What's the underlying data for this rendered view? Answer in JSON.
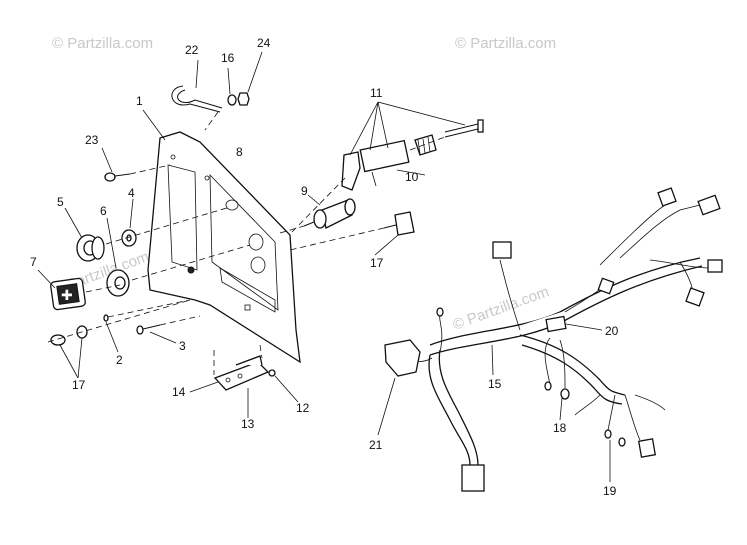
{
  "watermarks": [
    "© Partzilla.com",
    "© Partzilla.com",
    "© Partzilla.com",
    "© Partzilla.com"
  ],
  "callouts": [
    "22",
    "16",
    "24",
    "1",
    "11",
    "23",
    "8",
    "10",
    "9",
    "5",
    "4",
    "6",
    "7",
    "17",
    "20",
    "2",
    "3",
    "15",
    "17",
    "14",
    "12",
    "13",
    "21",
    "18",
    "19"
  ],
  "colors": {
    "line": "#111111",
    "watermark": "#c8c8c8",
    "background": "#ffffff"
  }
}
